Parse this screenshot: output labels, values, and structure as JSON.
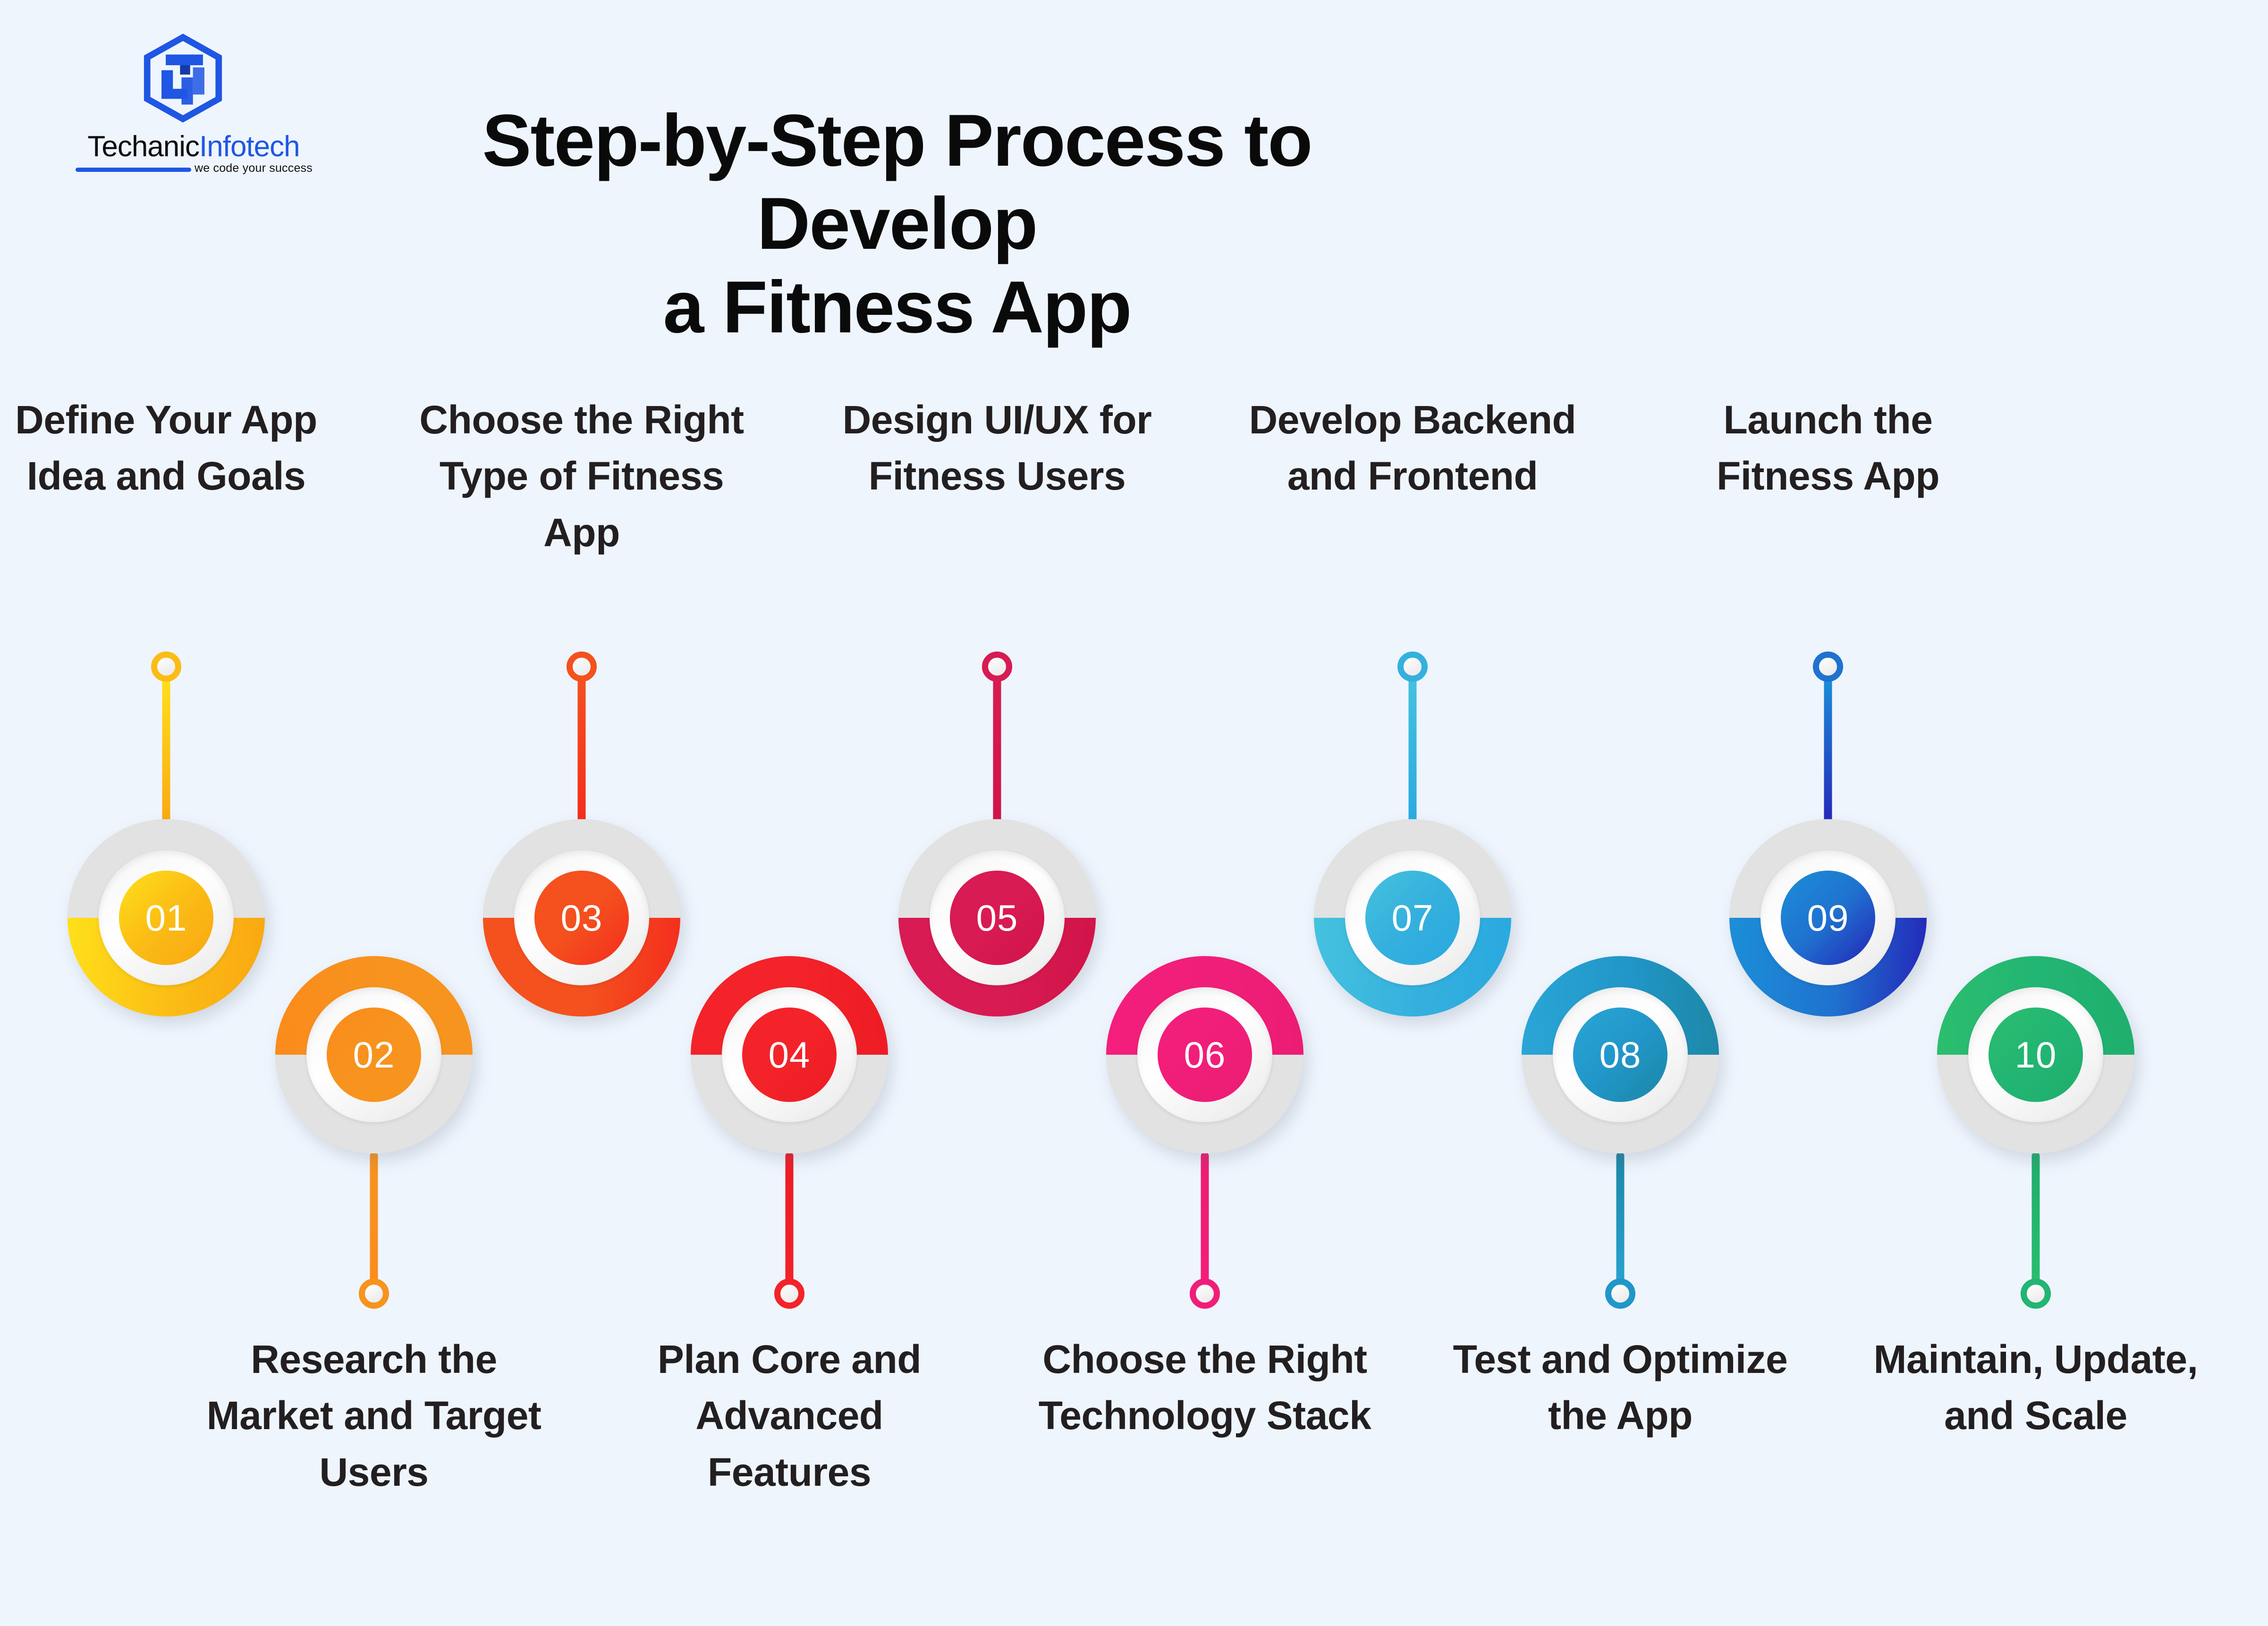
{
  "brand": {
    "name_part1": "Techanic",
    "name_part2": "Infotech",
    "tagline": "we code your success",
    "logo_icon": "hexagon-cube-logo-icon",
    "accent_color": "#1f56e3"
  },
  "header": {
    "title_line1": "Step-by-Step Process to Develop",
    "title_line2": "a Fitness App"
  },
  "page": {
    "background_color": "#eef5fd",
    "label_color": "#231f20",
    "ring_gray": "#e2e2e2"
  },
  "steps": [
    {
      "number": "01",
      "label": "Define Your App Idea and Goals",
      "position": "up",
      "color": "#fbbc15",
      "color_light": "#ffe01a",
      "color_dark": "#f9a712"
    },
    {
      "number": "02",
      "label": "Research the Market and Target Users",
      "position": "down",
      "color": "#f7931e",
      "color_light": "#fb8b1c",
      "color_dark": "#f7941f"
    },
    {
      "number": "03",
      "label": "Choose the Right Type of Fitness App",
      "position": "up",
      "color": "#f4511e",
      "color_light": "#f4511e",
      "color_dark": "#f42c1e"
    },
    {
      "number": "04",
      "label": "Plan Core and Advanced Features",
      "position": "down",
      "color": "#f32329",
      "color_light": "#f32329",
      "color_dark": "#ed1c24"
    },
    {
      "number": "05",
      "label": "Design UI/UX for Fitness Users",
      "position": "up",
      "color": "#d81b52",
      "color_light": "#d81b52",
      "color_dark": "#d01348"
    },
    {
      "number": "06",
      "label": "Choose the Right Technology Stack",
      "position": "down",
      "color": "#f01e79",
      "color_light": "#f41e7c",
      "color_dark": "#ec1c72"
    },
    {
      "number": "07",
      "label": "Develop Backend and Frontend",
      "position": "up",
      "color": "#35b0de",
      "color_light": "#45c2df",
      "color_dark": "#29a9e0"
    },
    {
      "number": "08",
      "label": "Test and Optimize the App",
      "position": "down",
      "color": "#2196c9",
      "color_light": "#2aa6d6",
      "color_dark": "#1d87a5"
    },
    {
      "number": "09",
      "label": "Launch the Fitness App",
      "position": "up",
      "color": "#1f72cf",
      "color_light": "#1c8fd8",
      "color_dark": "#2424b8"
    },
    {
      "number": "10",
      "label": "Maintain, Update, and Scale",
      "position": "down",
      "color": "#22b573",
      "color_light": "#2bbe6e",
      "color_dark": "#1fae6c"
    }
  ]
}
